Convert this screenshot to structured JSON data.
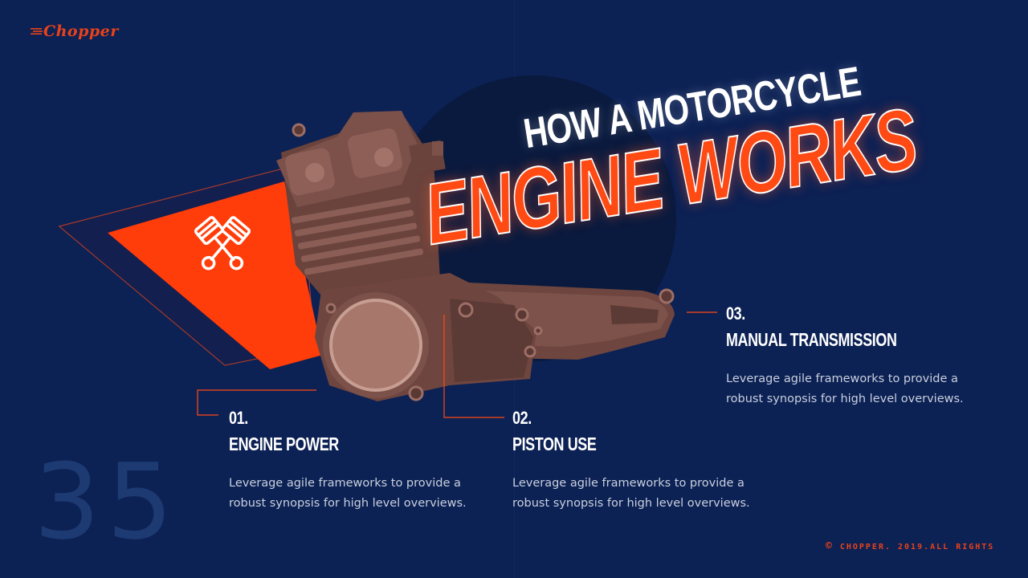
{
  "brand": {
    "logo_text": "Chopper"
  },
  "title": {
    "line1": "HOW A MOTORCYCLE",
    "line2": "ENGINE WORKS"
  },
  "page_number": "35",
  "icons": {
    "pistons": "crossed-pistons-icon",
    "engine": "motorcycle-engine-illustration"
  },
  "items": [
    {
      "number": "01.",
      "title": "ENGINE POWER",
      "description": "Leverage agile frameworks to provide a robust synopsis for high level overviews."
    },
    {
      "number": "02.",
      "title": "PISTON USE",
      "description": "Leverage agile frameworks to provide a robust synopsis for high level overviews."
    },
    {
      "number": "03.",
      "title": "MANUAL TRANSMISSION",
      "description": "Leverage agile frameworks to provide a robust synopsis for high level overviews."
    }
  ],
  "footer": {
    "symbol": "©",
    "text": "CHOPPER. 2019.ALL RIGHTS"
  },
  "colors": {
    "background": "#0c2154",
    "accent": "#ff4a14",
    "engine": "#7a5048"
  }
}
